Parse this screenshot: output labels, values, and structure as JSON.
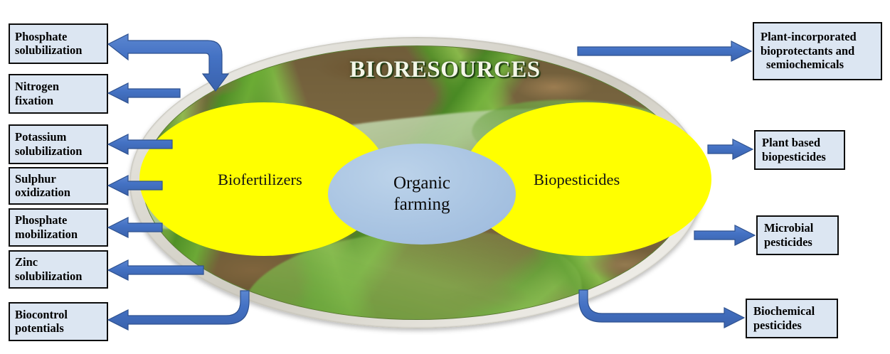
{
  "diagram": {
    "title": "BIORESOURCES",
    "center_node": {
      "line1": "Organic",
      "line2": "farming"
    },
    "venn": {
      "left_label": "Biofertilizers",
      "right_label": "Biopesticides"
    },
    "colors": {
      "arrow_fill": "#4472C4",
      "arrow_stroke": "#2F528F",
      "box_fill": "#DCE6F2",
      "box_border": "#0D0D0D",
      "venn_fill": "#FFFF00",
      "center_fill": "#A9C4E2",
      "rim_fill": "#D6D3C9",
      "title_color": "#F4F6E8"
    }
  },
  "left_items": [
    {
      "line1": "Phosphate",
      "line2": "solubilization"
    },
    {
      "line1": "Nitrogen",
      "line2": "fixation"
    },
    {
      "line1": "Potassium",
      "line2": "solubilization"
    },
    {
      "line1": "Sulphur",
      "line2": "oxidization"
    },
    {
      "line1": "Phosphate",
      "line2": "mobilization"
    },
    {
      "line1": "Zinc",
      "line2": "solubilization"
    },
    {
      "line1": "Biocontrol",
      "line2": "potentials"
    }
  ],
  "right_items": [
    {
      "line1": "Plant-incorporated",
      "line2": "bioprotectants and",
      "line3": "semiochemicals"
    },
    {
      "line1": "Plant based",
      "line2": "biopesticides",
      "line3": ""
    },
    {
      "line1": "Microbial",
      "line2": "pesticides",
      "line3": ""
    },
    {
      "line1": "Biochemical",
      "line2": "pesticides",
      "line3": ""
    }
  ]
}
